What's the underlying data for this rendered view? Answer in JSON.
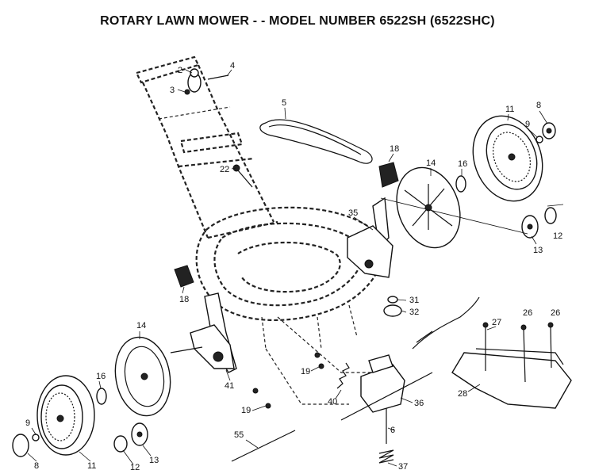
{
  "title": "ROTARY LAWN MOWER - - MODEL NUMBER 6522SH (6522SHC)",
  "parts": [
    {
      "key": "p2",
      "label": "2"
    },
    {
      "key": "p3",
      "label": "3"
    },
    {
      "key": "p4",
      "label": "4"
    },
    {
      "key": "p5",
      "label": "5"
    },
    {
      "key": "p6",
      "label": "6"
    },
    {
      "key": "p8a",
      "label": "8"
    },
    {
      "key": "p8b",
      "label": "8"
    },
    {
      "key": "p9a",
      "label": "9"
    },
    {
      "key": "p9b",
      "label": "9"
    },
    {
      "key": "p11a",
      "label": "11"
    },
    {
      "key": "p11b",
      "label": "11"
    },
    {
      "key": "p12a",
      "label": "12"
    },
    {
      "key": "p12b",
      "label": "12"
    },
    {
      "key": "p13a",
      "label": "13"
    },
    {
      "key": "p13b",
      "label": "13"
    },
    {
      "key": "p14a",
      "label": "14"
    },
    {
      "key": "p14b",
      "label": "14"
    },
    {
      "key": "p16a",
      "label": "16"
    },
    {
      "key": "p16b",
      "label": "16"
    },
    {
      "key": "p18a",
      "label": "18"
    },
    {
      "key": "p18b",
      "label": "18"
    },
    {
      "key": "p19a",
      "label": "19"
    },
    {
      "key": "p19b",
      "label": "19"
    },
    {
      "key": "p22",
      "label": "22"
    },
    {
      "key": "p26a",
      "label": "26"
    },
    {
      "key": "p26b",
      "label": "26"
    },
    {
      "key": "p27",
      "label": "27"
    },
    {
      "key": "p28",
      "label": "28"
    },
    {
      "key": "p31",
      "label": "31"
    },
    {
      "key": "p32",
      "label": "32"
    },
    {
      "key": "p35",
      "label": "35"
    },
    {
      "key": "p36",
      "label": "36"
    },
    {
      "key": "p37",
      "label": "37"
    },
    {
      "key": "p40",
      "label": "40"
    },
    {
      "key": "p41",
      "label": "41"
    },
    {
      "key": "p55",
      "label": "55"
    }
  ]
}
